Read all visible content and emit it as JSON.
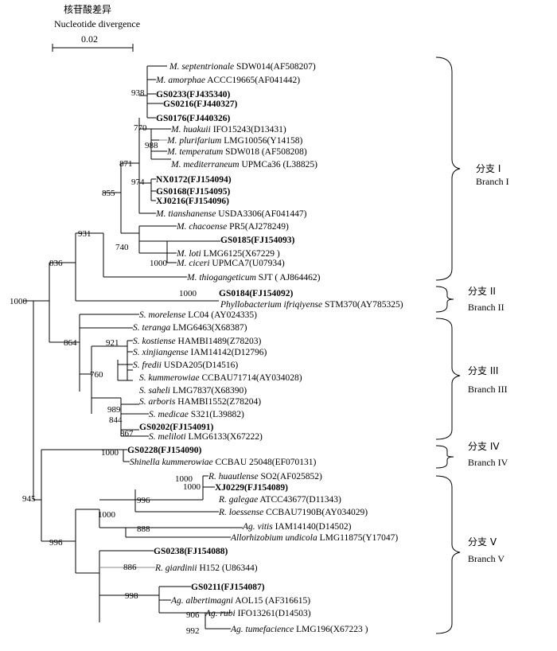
{
  "scale_bar": {
    "title_zh": "核苷酸差异",
    "title_en": "Nucleotide divergence",
    "value": "0.02"
  },
  "taxa": [
    {
      "genus": "M. ",
      "species": "septentrionale",
      "rest": " SDW014(AF508207)",
      "bold": false
    },
    {
      "genus": "M. ",
      "species": "amorphae",
      "rest": " ACCC19665(AF041442)",
      "bold": false
    },
    {
      "genus": "",
      "species": "",
      "rest": "GS0233(FJ435340)",
      "bold": true
    },
    {
      "genus": "",
      "species": "",
      "rest": "GS0216(FJ440327)",
      "bold": true
    },
    {
      "genus": "",
      "species": "",
      "rest": "GS0176(FJ440326)",
      "bold": true
    },
    {
      "genus": "M. ",
      "species": "huakuii",
      "rest": " IFO15243(D13431)",
      "bold": false
    },
    {
      "genus": "M. ",
      "species": "plurifarium",
      "rest": " LMG10056(Y14158)",
      "bold": false
    },
    {
      "genus": "M. ",
      "species": "temperatum",
      "rest": " SDW018 (AF508208)",
      "bold": false
    },
    {
      "genus": "M. ",
      "species": "mediterraneum",
      "rest": " UPMCa36 (L38825)",
      "bold": false
    },
    {
      "genus": "",
      "species": "",
      "rest": "NX0172(FJ154094)",
      "bold": true
    },
    {
      "genus": "",
      "species": "",
      "rest": "GS0168(FJ154095)",
      "bold": true
    },
    {
      "genus": "",
      "species": "",
      "rest": "XJ0216(FJ154096)",
      "bold": true
    },
    {
      "genus": "M. ",
      "species": "tianshanense",
      "rest": " USDA3306(AF041447)",
      "bold": false
    },
    {
      "genus": "M. ",
      "species": "chacoense",
      "rest": " PR5(AJ278249)",
      "bold": false
    },
    {
      "genus": "",
      "species": "",
      "rest": "GS0185(FJ154093)",
      "bold": true
    },
    {
      "genus": "M. ",
      "species": "loti",
      "rest": " LMG6125(X67229 )",
      "bold": false
    },
    {
      "genus": "M. ",
      "species": "ciceri",
      "rest": " UPMCA7(U07934)",
      "bold": false
    },
    {
      "genus": "M. ",
      "species": "thiogangeticum",
      "rest": " SJT ( AJ864462)",
      "bold": false
    },
    {
      "genus": "",
      "species": "",
      "rest": "GS0184(FJ154092)",
      "bold": true
    },
    {
      "genus": "Phyllobacterium ",
      "species": "ifriqiyense",
      "rest": " STM370(AY785325)",
      "bold": false
    },
    {
      "genus": "S. ",
      "species": "morelense",
      "rest": " LC04 (AY024335)",
      "bold": false
    },
    {
      "genus": "S. ",
      "species": "teranga",
      "rest": " LMG6463(X68387)",
      "bold": false
    },
    {
      "genus": "S. ",
      "species": "kostiense",
      "rest": " HAMBI1489(Z78203)",
      "bold": false
    },
    {
      "genus": "S. ",
      "species": "xinjiangense",
      "rest": " IAM14142(D12796)",
      "bold": false
    },
    {
      "genus": "S. ",
      "species": "fredii",
      "rest": " USDA205(D14516)",
      "bold": false
    },
    {
      "genus": "S. ",
      "species": "kummerowiae",
      "rest": " CCBAU71714(AY034028)",
      "bold": false
    },
    {
      "genus": "S. ",
      "species": "saheli",
      "rest": " LMG7837(X68390)",
      "bold": false
    },
    {
      "genus": "S. ",
      "species": "arboris",
      "rest": " HAMBI1552(Z78204)",
      "bold": false
    },
    {
      "genus": "S. ",
      "species": "medicae",
      "rest": " S321(L39882)",
      "bold": false
    },
    {
      "genus": "",
      "species": "",
      "rest": "GS0202(FJ154091)",
      "bold": true
    },
    {
      "genus": "S. ",
      "species": "meliloti",
      "rest": " LMG6133(X67222)",
      "bold": false
    },
    {
      "genus": "",
      "species": "",
      "rest": "GS0228(FJ154090)",
      "bold": true
    },
    {
      "genus": "Shinella ",
      "species": "kummerowiae",
      "rest": " CCBAU 25048(EF070131)",
      "bold": false
    },
    {
      "genus": "R. ",
      "species": "huautlense",
      "rest": " SO2(AF025852)",
      "bold": false
    },
    {
      "genus": "",
      "species": "",
      "rest": "XJ0229(FJ154089)",
      "bold": true
    },
    {
      "genus": "R. ",
      "species": "galegae",
      "rest": " ATCC43677(D11343)",
      "bold": false
    },
    {
      "genus": "R. ",
      "species": "loessense",
      "rest": " CCBAU7190B(AY034029)",
      "bold": false
    },
    {
      "genus": "Ag. ",
      "species": "vitis",
      "rest": " IAM14140(D14502)",
      "bold": false
    },
    {
      "genus": "Allorhizobium ",
      "species": "undicola",
      "rest": " LMG11875(Y17047)",
      "bold": false
    },
    {
      "genus": "",
      "species": "",
      "rest": "GS0238(FJ154088)",
      "bold": true
    },
    {
      "genus": "R. ",
      "species": "giardinii",
      "rest": " H152 (U86344)",
      "bold": false
    },
    {
      "genus": "",
      "species": "",
      "rest": "GS0211(FJ154087)",
      "bold": true
    },
    {
      "genus": "Ag. ",
      "species": "albertimagni",
      "rest": " AOL15 (AF316615)",
      "bold": false
    },
    {
      "genus": "Ag. ",
      "species": "rubi",
      "rest": " IFO13261(D14503)",
      "bold": false
    },
    {
      "genus": "Ag. ",
      "species": "tumefacience",
      "rest": " LMG196(X67223 )",
      "bold": false
    }
  ],
  "bootstraps": [
    "938",
    "770",
    "988",
    "871",
    "974",
    "855",
    "931",
    "740",
    "1000",
    "836",
    "1000",
    "1000",
    "864",
    "921",
    "760",
    "989",
    "844",
    "867",
    "1000",
    "1000",
    "1000",
    "996",
    "1000",
    "888",
    "996",
    "886",
    "998",
    "906",
    "992",
    "945"
  ],
  "branches": [
    {
      "zh": "分支 I",
      "en": "Branch I"
    },
    {
      "zh": "分支 II",
      "en": "Branch II"
    },
    {
      "zh": "分支 III",
      "en": "Branch III"
    },
    {
      "zh": "分支 IV",
      "en": "Branch IV"
    },
    {
      "zh": "分支 V",
      "en": "Branch V"
    }
  ]
}
